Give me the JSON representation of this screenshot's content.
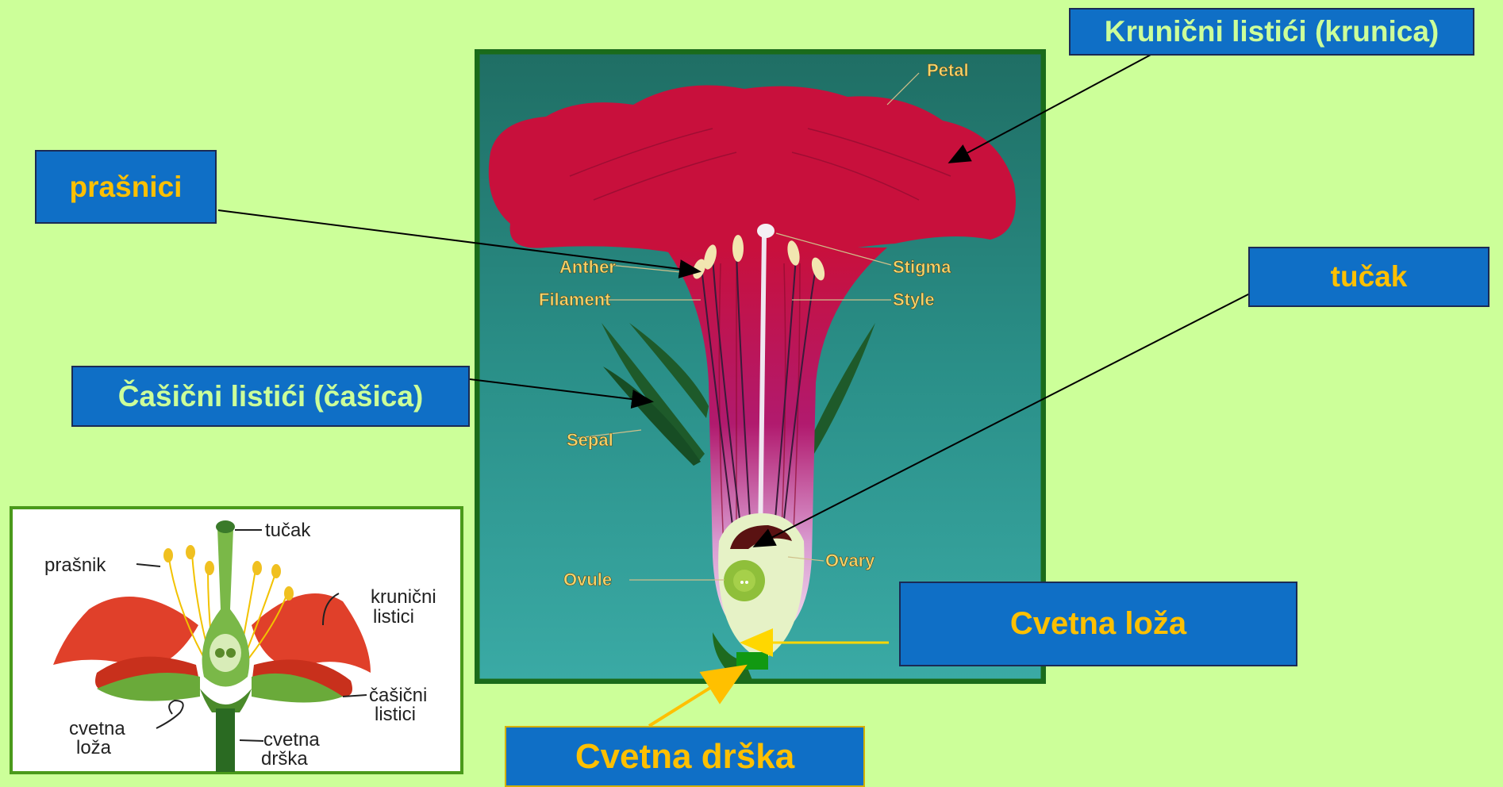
{
  "main_diagram": {
    "petal": "Petal",
    "anther": "Anther",
    "filament": "Filament",
    "stigma": "Stigma",
    "style": "Style",
    "sepal": "Sepal",
    "ovule": "Ovule",
    "ovary": "Ovary"
  },
  "callouts": {
    "krunicni": "Krunični listići (krunica)",
    "prasnici": "prašnici",
    "tucak": "tučak",
    "casicni": "Čašični listići (čašica)",
    "cvetna_loza": "Cvetna loža",
    "cvetna_drska": "Cvetna drška"
  },
  "inset": {
    "tucak": "tučak",
    "prasnik": "prašnik",
    "krunicni_1": "krunični",
    "krunicni_2": "listici",
    "casicni_1": "čašični",
    "casicni_2": "listici",
    "cvetna_loza_1": "cvetna",
    "cvetna_loza_2": "loža",
    "cvetna_drska_1": "cvetna",
    "cvetna_drska_2": "drška"
  },
  "colors": {
    "background": "#ccff99",
    "box_fill": "#0f6fc6",
    "box_text_green": "#ccff99",
    "box_text_yellow": "#ffc000",
    "panel_teal": "#2b9d95",
    "panel_border": "#1a6b1a",
    "petal_red": "#c8103c",
    "diagram_label": "#f5d36a"
  }
}
